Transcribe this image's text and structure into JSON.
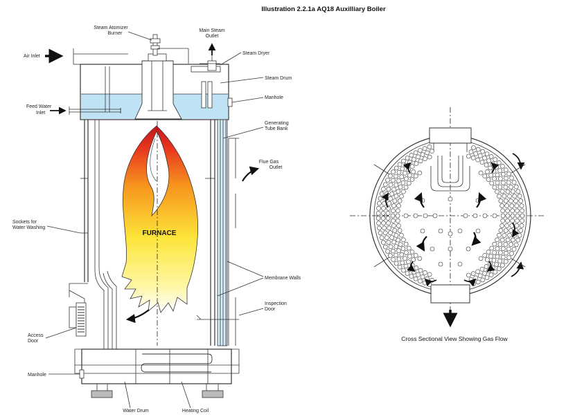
{
  "title": "Illustration 2.2.1a AQ18 Auxilliary Boiler",
  "labels": {
    "steam_atomizer_burner": [
      "Steam Atomizer",
      "Burner"
    ],
    "main_steam_outlet": [
      "Main Steam",
      "Outlet"
    ],
    "air_inlet": "Air Inlet",
    "steam_dryer": "Steam Dryer",
    "steam_drum": "Steam Drum",
    "manhole_top": "Manhole",
    "feed_water_inlet": [
      "Feed Water",
      "Inlet"
    ],
    "generating_tube_bank": [
      "Generating",
      "Tube Bank"
    ],
    "flue_gas_outlet": [
      "Flue Gas",
      "Outlet"
    ],
    "furnace": "FURNACE",
    "sockets_water_washing": [
      "Sockets for",
      "Water Washing"
    ],
    "membrane_walls": "Membrane Walls",
    "inspection_door": [
      "Inspection",
      "Door"
    ],
    "access_door": [
      "Access",
      "Door"
    ],
    "manhole_bottom": "Manhole",
    "water_drum": "Water Drum",
    "heating_coil": "Heating Coil"
  },
  "caption": "Cross Sectional View Showing Gas Flow",
  "colors": {
    "water": "#bfe3f5",
    "flame_outer": "#d81e24",
    "flame_mid": "#f7941d",
    "flame_inner": "#fff200",
    "line": "#333333"
  }
}
